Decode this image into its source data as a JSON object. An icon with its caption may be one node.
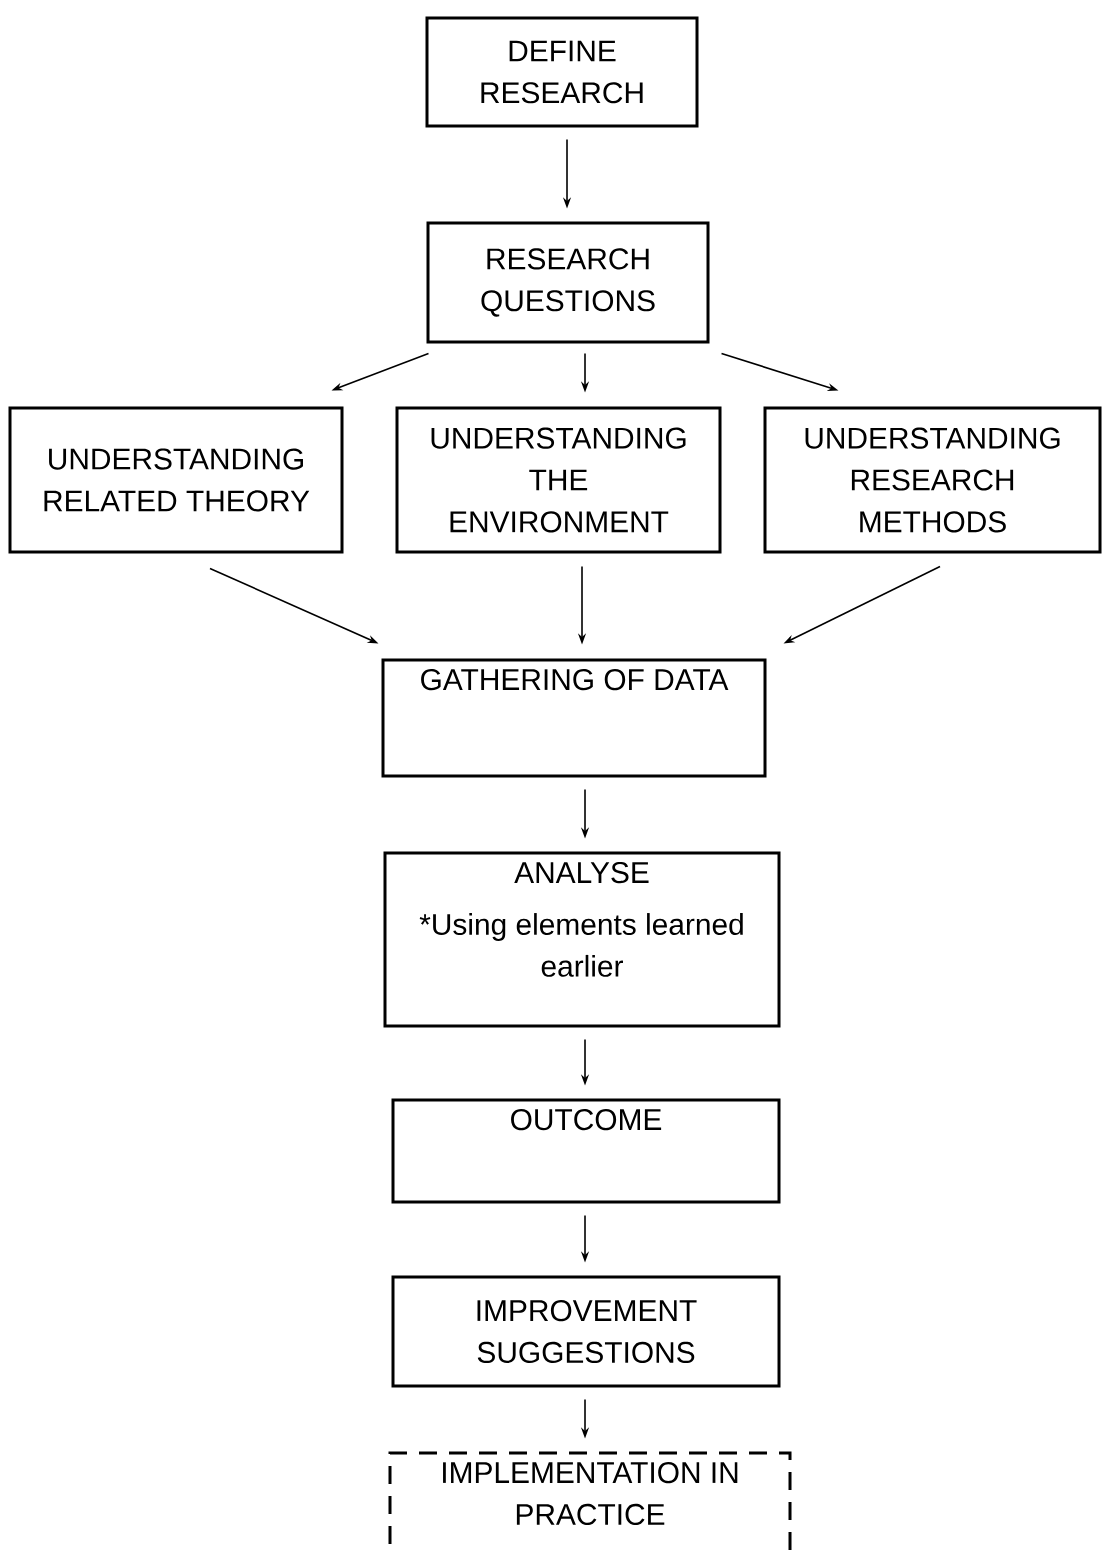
{
  "diagram": {
    "nodes": [
      {
        "text": [
          "DEFINE RESEARCH"
        ]
      },
      {
        "text": [
          "RESEARCH QUESTIONS"
        ]
      },
      {
        "text": [
          "UNDERSTANDING RELATED THEORY"
        ]
      },
      {
        "text": [
          "UNDERSTANDING THE ENVIRONMENT"
        ]
      },
      {
        "text": [
          "UNDERSTANDING RESEARCH METHODS"
        ]
      },
      {
        "text": [
          "GATHERING OF DATA"
        ]
      },
      {
        "text": [
          "ANALYSE",
          "*Using elements learned earlier"
        ]
      },
      {
        "text": [
          "OUTCOME"
        ]
      },
      {
        "text": [
          "IMPROVEMENT SUGGESTIONS"
        ]
      },
      {
        "text": [
          "IMPLEMENTATION IN PRACTICE"
        ]
      }
    ],
    "edges": [
      {
        "from": 0,
        "to": 1,
        "arrow": "to"
      },
      {
        "from": 1,
        "to": 2,
        "arrow": "to"
      },
      {
        "from": 1,
        "to": 3,
        "arrow": "to"
      },
      {
        "from": 1,
        "to": 4,
        "arrow": "to"
      },
      {
        "from": 2,
        "to": 5,
        "arrow": "to"
      },
      {
        "from": 3,
        "to": 5,
        "arrow": "to"
      },
      {
        "from": 4,
        "to": 5,
        "arrow": "to"
      },
      {
        "from": 5,
        "to": 6,
        "arrow": "to"
      },
      {
        "from": 6,
        "to": 7,
        "arrow": "to"
      },
      {
        "from": 7,
        "to": 8,
        "arrow": "to"
      },
      {
        "from": 8,
        "to": 9,
        "arrow": "to"
      }
    ]
  }
}
